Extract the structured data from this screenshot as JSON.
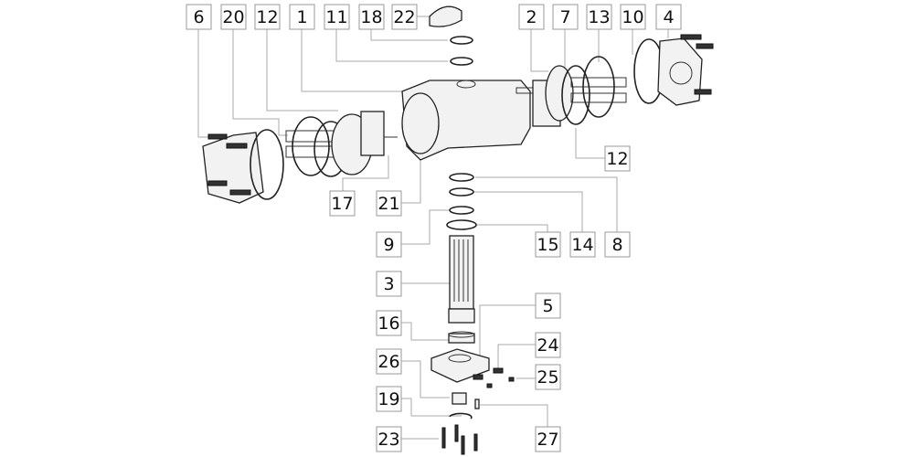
{
  "title": "Pneumatic actuator exploded parts diagram",
  "callouts": {
    "c6": "6",
    "c20": "20",
    "c12a": "12",
    "c1": "1",
    "c11": "11",
    "c18": "18",
    "c22": "22",
    "c2": "2",
    "c7": "7",
    "c13": "13",
    "c10": "10",
    "c4": "4",
    "c12b": "12",
    "c17": "17",
    "c21": "21",
    "c9": "9",
    "c15": "15",
    "c14": "14",
    "c8": "8",
    "c3": "3",
    "c5": "5",
    "c16": "16",
    "c24": "24",
    "c26": "26",
    "c25": "25",
    "c19": "19",
    "c23": "23",
    "c27": "27"
  }
}
